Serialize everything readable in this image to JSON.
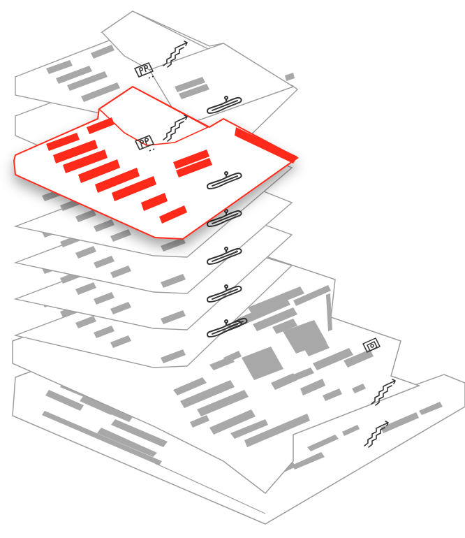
{
  "diagram": {
    "kind": "isometric-floor-plan-stack",
    "floor_count": 8,
    "highlighted_floor": 2,
    "colors": {
      "highlight": "#ff2a1a",
      "block": "#a8a8a8",
      "outline": "#9c9c9c",
      "icon": "#333333",
      "background": "#ffffff"
    },
    "icons": [
      "elevator-icon",
      "escalator-icon",
      "stairs-icon",
      "toilet-icon"
    ]
  }
}
